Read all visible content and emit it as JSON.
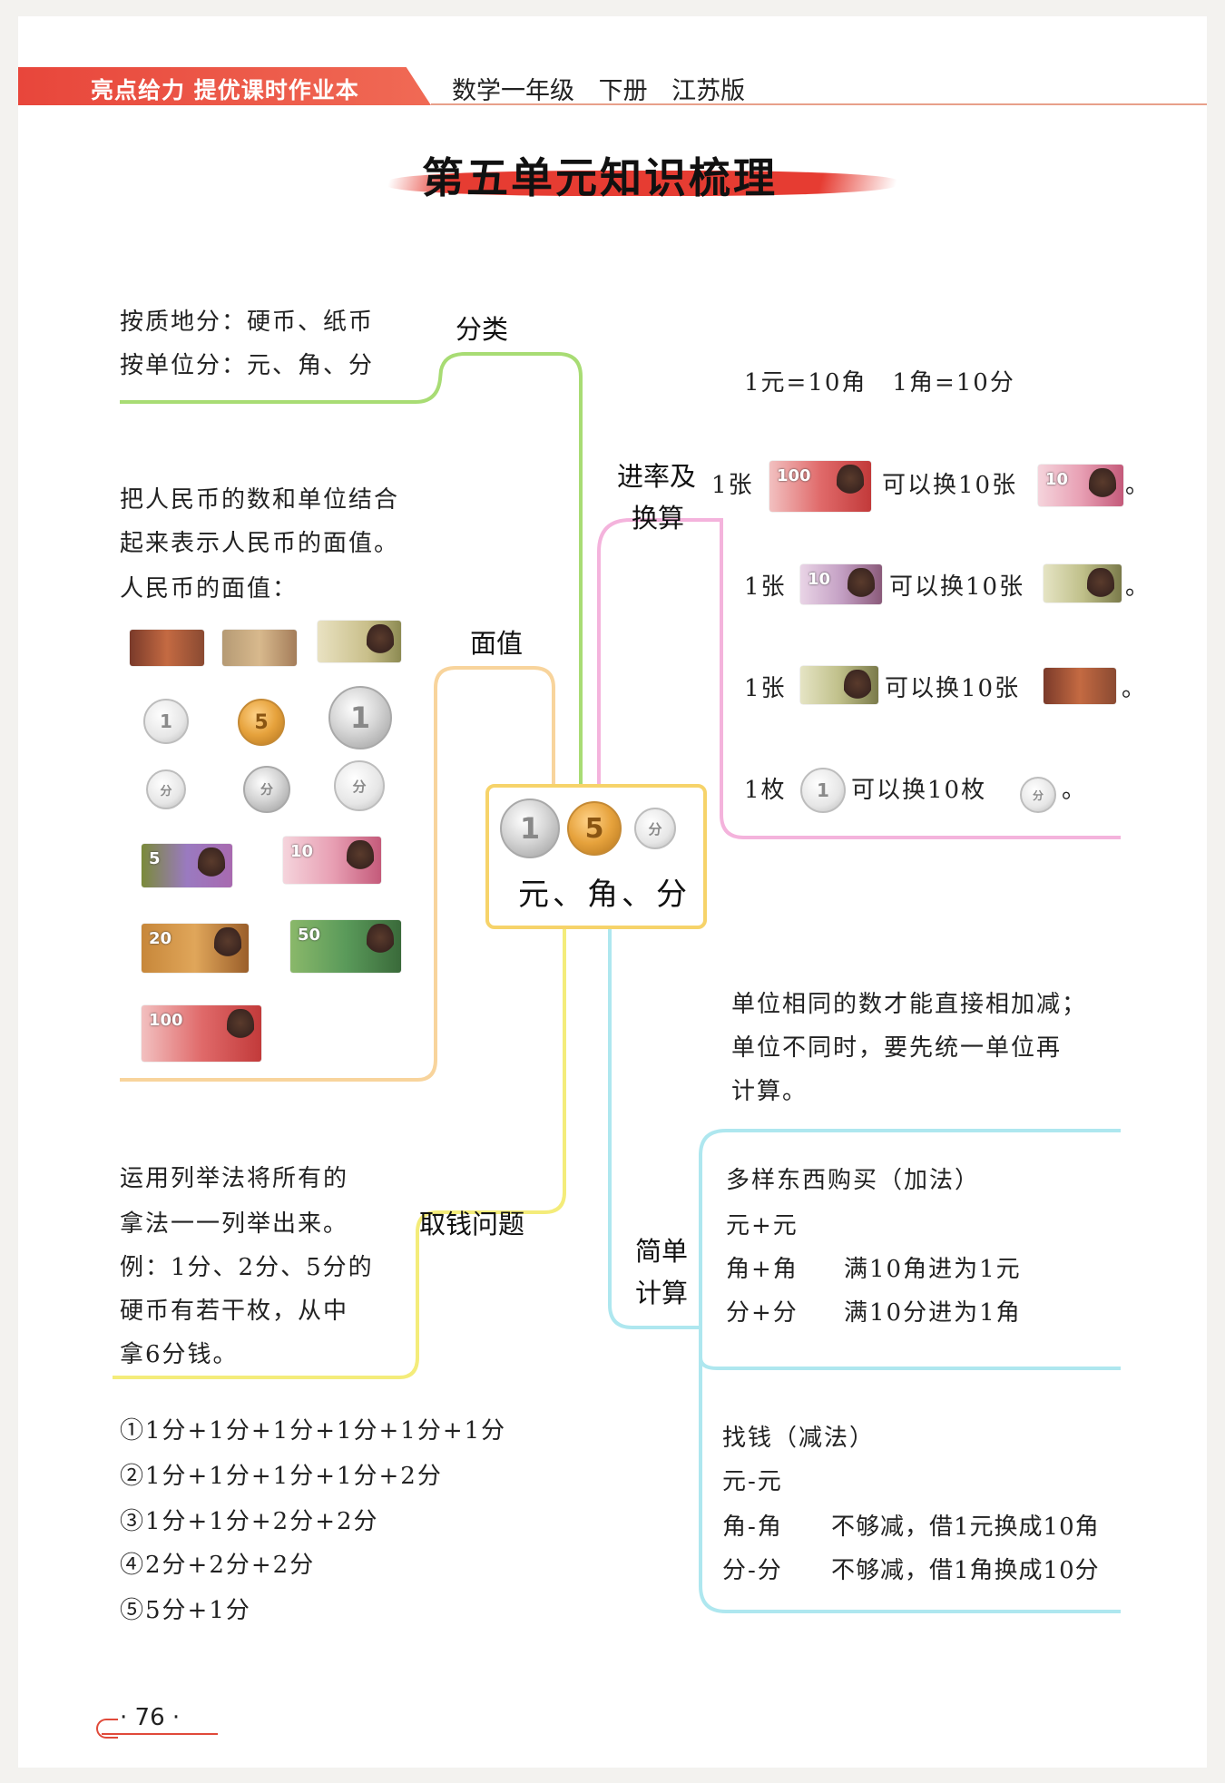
{
  "header": {
    "brand": "亮点给力 提优课时作业本",
    "book": "数学一年级 下册 江苏版"
  },
  "title": "第五单元知识梳理",
  "center": {
    "label": "元、角、分"
  },
  "colors": {
    "accent": "#e63c32",
    "green": "#9ed66b",
    "pink": "#f3a8d7",
    "orange": "#f7c98a",
    "yellow": "#f6e26a",
    "cyan": "#a6e6ef"
  },
  "classify": {
    "label": "分类",
    "lines": [
      "按质地分：硬币、纸币",
      "按单位分：元、角、分"
    ]
  },
  "face_value": {
    "label": "面值",
    "lines": [
      "把人民币的数和单位结合",
      "起来表示人民币的面值。",
      "人民币的面值："
    ]
  },
  "take_money": {
    "label": "取钱问题",
    "lines": [
      "运用列举法将所有的",
      "拿法一一列举出来。",
      "例：1分、2分、5分的",
      "硬币有若干枚，从中",
      "拿6分钱。"
    ],
    "answers": [
      "①1分+1分+1分+1分+1分+1分",
      "②1分+1分+1分+1分+2分",
      "③1分+1分+2分+2分",
      "④2分+2分+2分",
      "⑤5分+1分"
    ]
  },
  "exchange": {
    "label_1": "进率及",
    "label_2": "换算",
    "rates": "1元=10角　1角=10分",
    "row_prefix": [
      "1张",
      "1张",
      "1张",
      "1枚"
    ],
    "row_mid": [
      "可以换10张",
      "可以换10张",
      "可以换10张",
      "可以换10枚"
    ],
    "row_end": "。"
  },
  "calc": {
    "label_1": "简单",
    "label_2": "计算",
    "rule": [
      "单位相同的数才能直接相加减；",
      "单位不同时，要先统一单位再",
      "计算。"
    ],
    "add": {
      "title": "多样东西购买（加法）",
      "rows": [
        {
          "expr": "元+元",
          "note": ""
        },
        {
          "expr": "角+角",
          "note": "满10角进为1元"
        },
        {
          "expr": "分+分",
          "note": "满10分进为1角"
        }
      ]
    },
    "sub": {
      "title": "找钱（减法）",
      "rows": [
        {
          "expr": "元-元",
          "note": ""
        },
        {
          "expr": "角-角",
          "note": "不够减，借1元换成10角"
        },
        {
          "expr": "分-分",
          "note": "不够减，借1角换成10分"
        }
      ]
    }
  },
  "money": {
    "note_5": "5",
    "note_10": "10",
    "note_20": "20",
    "note_50": "50",
    "note_100": "100",
    "coin_1": "1",
    "coin_5": "5",
    "coin_fen": "分"
  },
  "page_number": "· 76 ·"
}
